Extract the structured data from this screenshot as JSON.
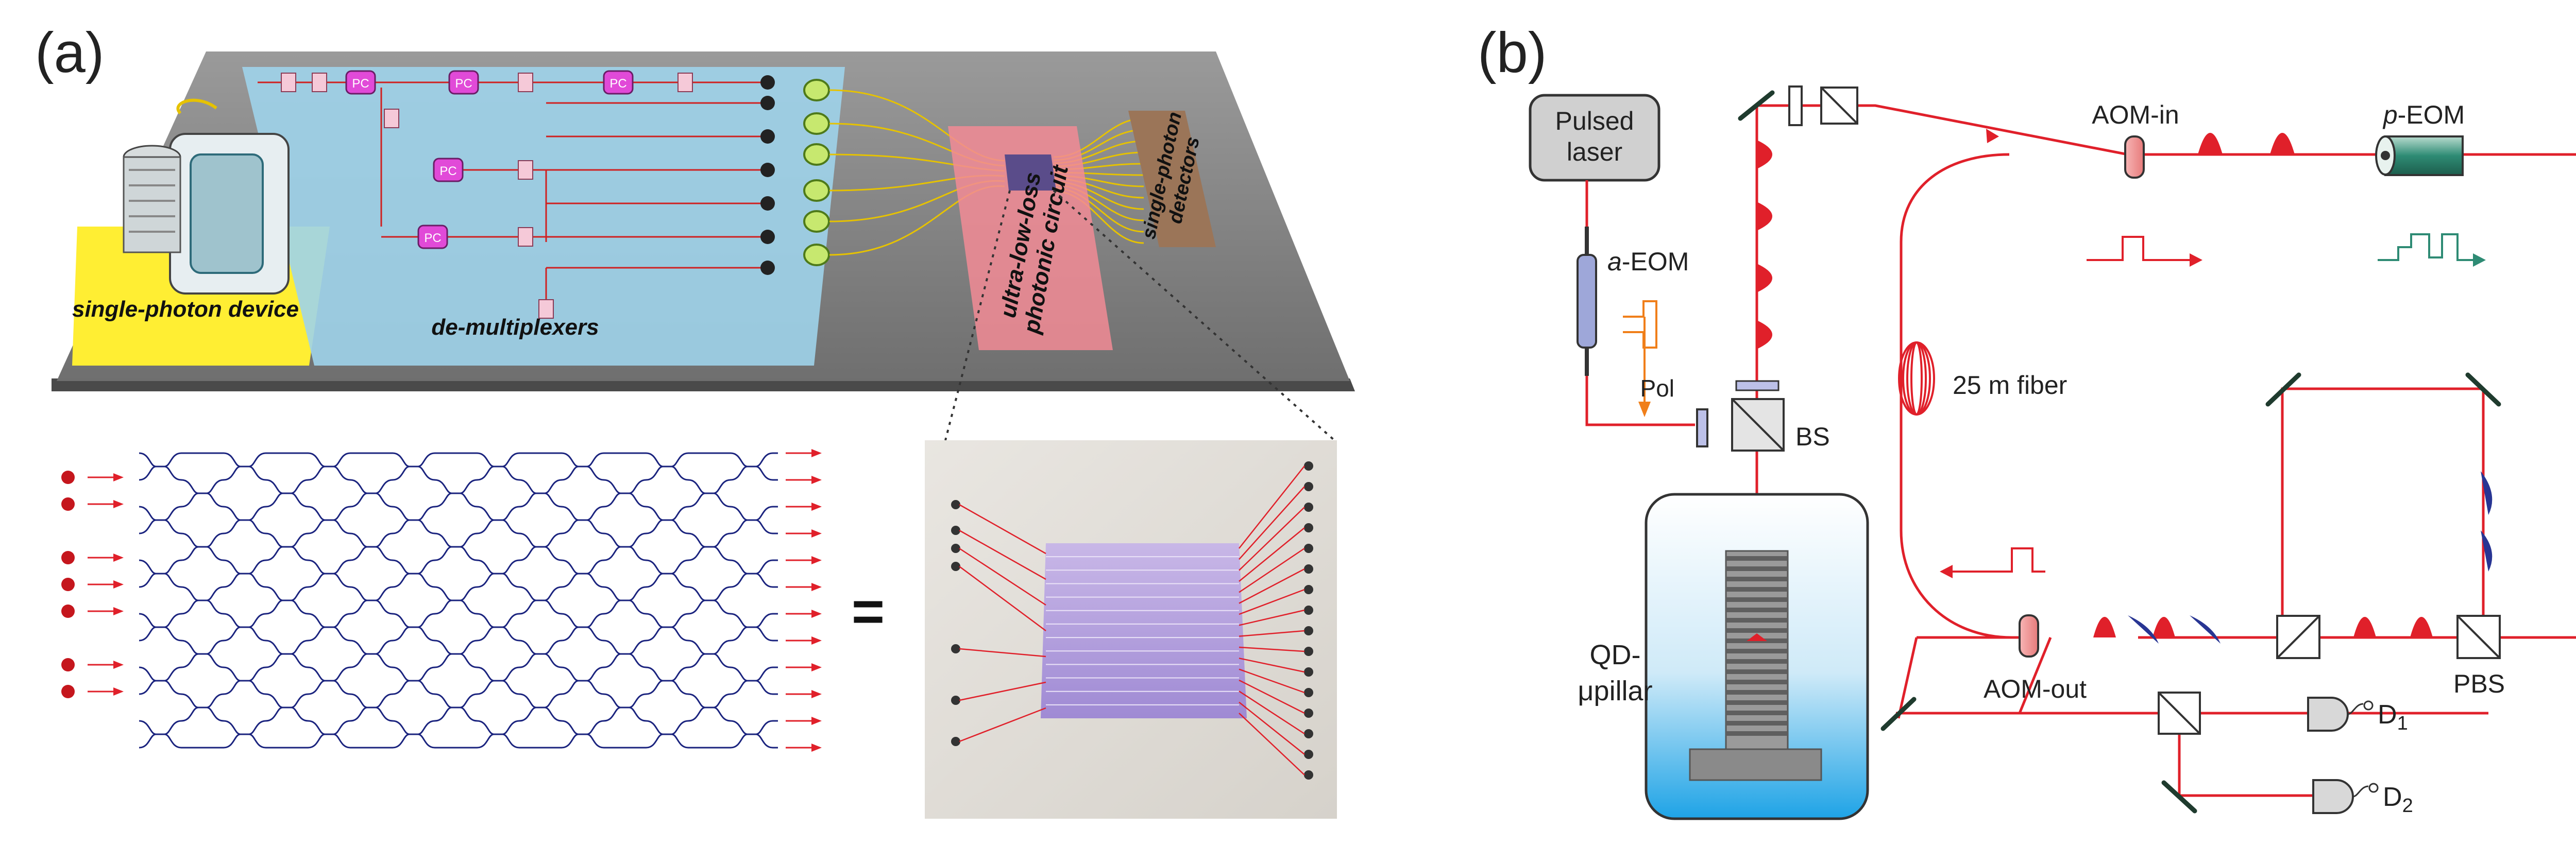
{
  "panel_a": {
    "label": "(a)",
    "zone_device": "single-photon device",
    "zone_demux": "de-multiplexers",
    "pc_label": "PC",
    "chip_label_line1": "ultra-low-loss",
    "chip_label_line2": "photonic circuit",
    "detector_label_line1": "single-photon",
    "detector_label_line2": "detectors",
    "equals": "="
  },
  "panel_b": {
    "label": "(b)",
    "pulsed_laser_line1": "Pulsed",
    "pulsed_laser_line2": "laser",
    "a_eom_italic": "a",
    "a_eom_rest": "-EOM",
    "aom_in": "AOM-in",
    "p_eom_italic": "p",
    "p_eom_rest": "-EOM",
    "fiber": "25 m fiber",
    "pol": "Pol",
    "bs": "BS",
    "qd_line1": "QD-",
    "qd_line2": "μpillar",
    "aom_out": "AOM-out",
    "pbs": "PBS",
    "d1_main": "D",
    "d1_sub": "1",
    "d2_main": "D",
    "d2_sub": "2"
  },
  "colors": {
    "laser_red": "#e0202a",
    "waveguide_blue": "#1a237e",
    "dark_pulse_blue": "#283593",
    "eom_green": "#2e8b74",
    "pulse_orange": "#f07f1a",
    "fiber_yellow": "#e6c200",
    "device_yellow": "#ffee33",
    "demux_blue": "#9fd3ea",
    "chip_pink": "#f28b95",
    "cryostat_blue": "#29a9e5"
  }
}
